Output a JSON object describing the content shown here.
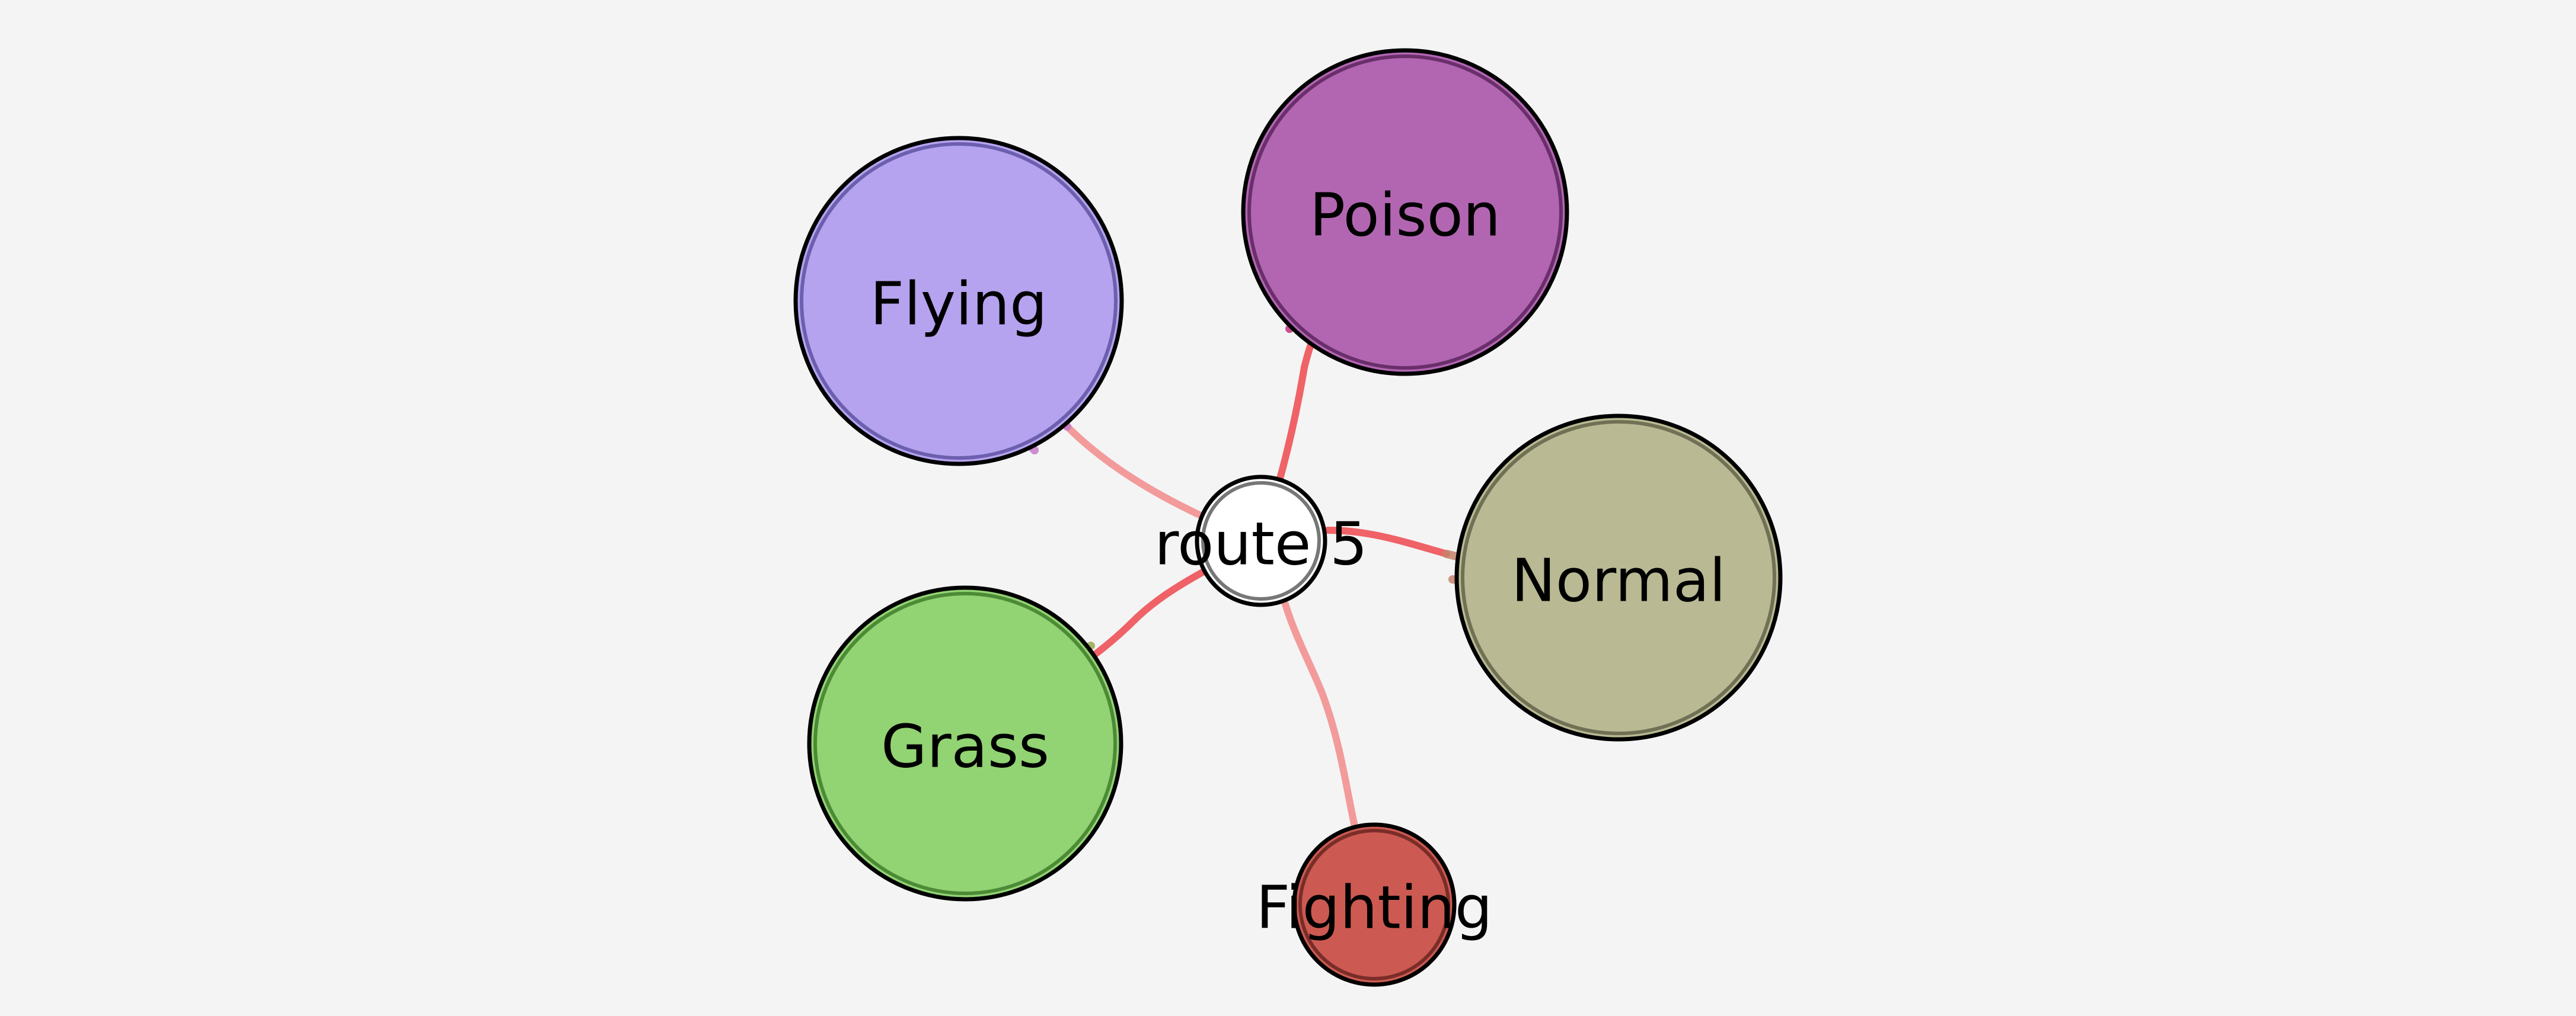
{
  "diagram": {
    "background": "#f4f4f4",
    "center": {
      "label": "route 5",
      "fill": "#ffffff",
      "ring": "#777777"
    },
    "nodes": [
      {
        "key": "poison",
        "label": "Poison",
        "fill": "#b266b2",
        "ring": "#6a2f6a"
      },
      {
        "key": "flying",
        "label": "Flying",
        "fill": "#b6a3ef",
        "ring": "#6b5fae"
      },
      {
        "key": "normal",
        "label": "Normal",
        "fill": "#b9b993",
        "ring": "#707055"
      },
      {
        "key": "grass",
        "label": "Grass",
        "fill": "#92d373",
        "ring": "#4d8a36"
      },
      {
        "key": "fighting",
        "label": "Fighting",
        "fill": "#cc5a52",
        "ring": "#7a2d28"
      }
    ],
    "edges": [
      {
        "to": "poison",
        "color": "#ee5a5f",
        "opacity": 0.95,
        "arrow_color": "#c2317e"
      },
      {
        "to": "flying",
        "color": "#f29596",
        "opacity": 0.95,
        "arrow_color": "#c67ac7"
      },
      {
        "to": "normal",
        "color": "#ee5a5f",
        "opacity": 0.95,
        "arrow_color": "#c3826a"
      },
      {
        "to": "grass",
        "color": "#ee5a5f",
        "opacity": 0.95,
        "arrow_color": "#9aa654"
      },
      {
        "to": "fighting",
        "color": "#f29596",
        "opacity": 0.95,
        "arrow_color": "#d9605b"
      }
    ]
  }
}
